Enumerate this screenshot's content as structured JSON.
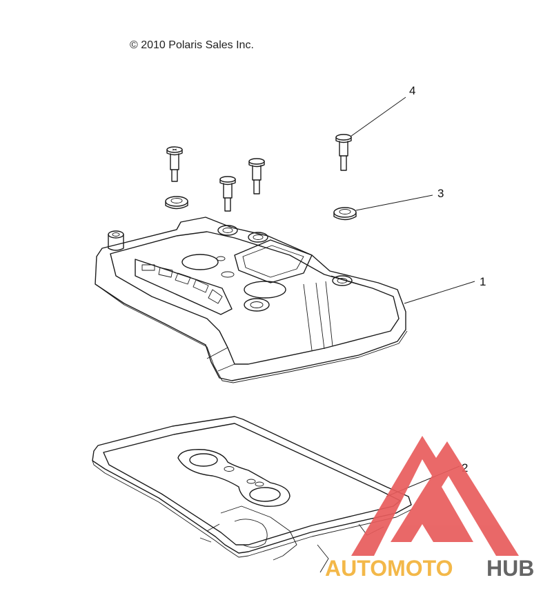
{
  "copyright": "© 2010 Polaris Sales Inc.",
  "callouts": [
    {
      "id": "cover",
      "label": "1"
    },
    {
      "id": "gasket",
      "label": "2"
    },
    {
      "id": "grommet",
      "label": "3"
    },
    {
      "id": "bolt",
      "label": "4"
    }
  ],
  "watermark": {
    "part1": "AUTOMOTO",
    "part2": "HUB",
    "colors": {
      "logo": "#e85c5c",
      "part1": "#f2b23a",
      "part2": "#595959"
    }
  }
}
